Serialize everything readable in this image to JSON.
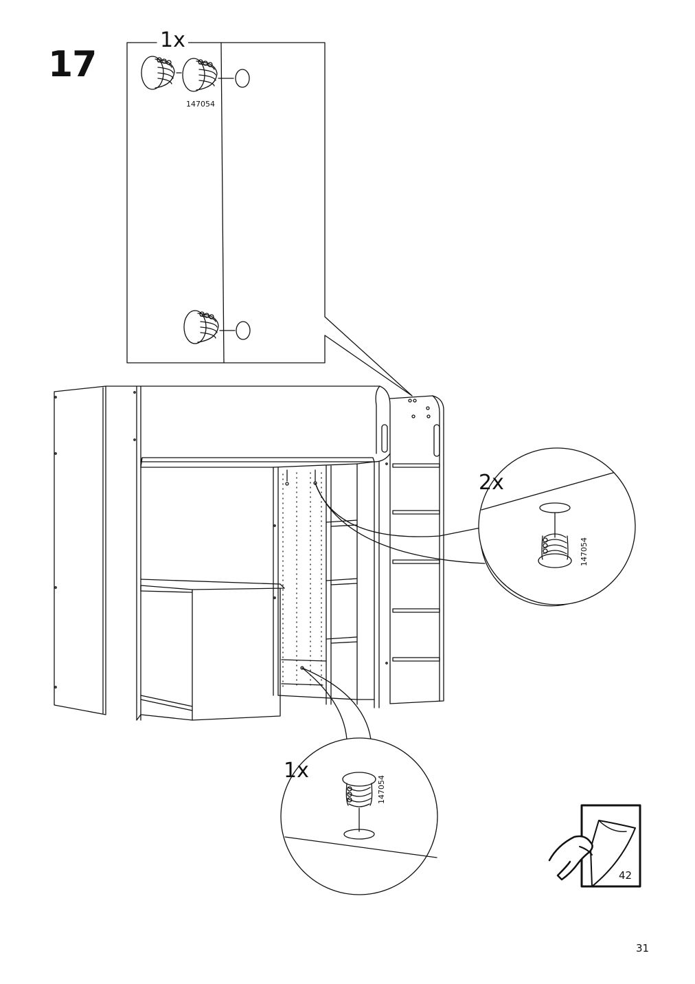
{
  "step": {
    "number": "17"
  },
  "quantities": {
    "detail_top": "1x",
    "detail_right": "2x",
    "detail_bottom": "1x"
  },
  "part_codes": {
    "top": "147054",
    "right": "147054",
    "bottom": "147054"
  },
  "icons": {
    "cap_plug": "cap-plug-icon",
    "hole": "hole-icon",
    "page_turn": "page-turn-icon"
  },
  "see_page": "42",
  "page_number": "31"
}
